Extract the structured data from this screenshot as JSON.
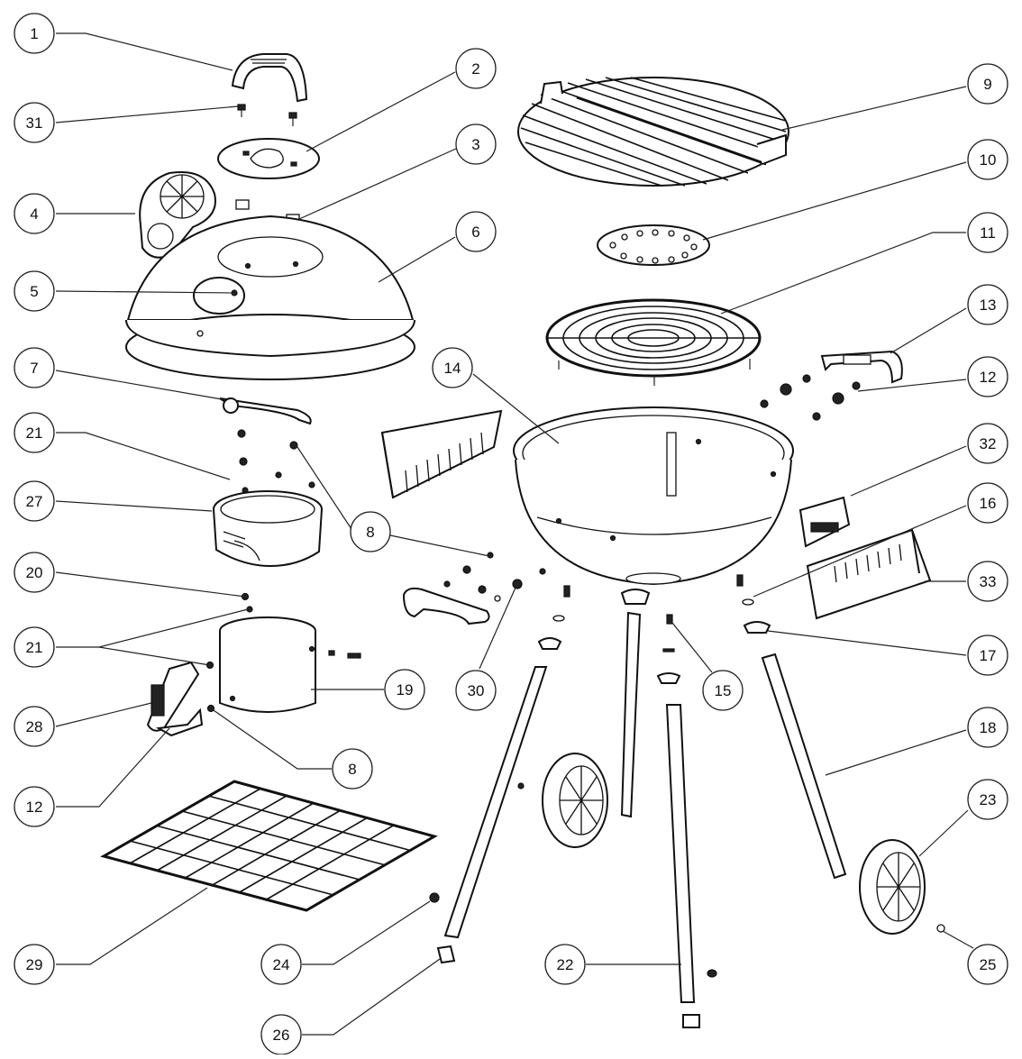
{
  "callouts": [
    {
      "id": "c1",
      "label": "1"
    },
    {
      "id": "c2",
      "label": "2"
    },
    {
      "id": "c3",
      "label": "3"
    },
    {
      "id": "c4",
      "label": "4"
    },
    {
      "id": "c5",
      "label": "5"
    },
    {
      "id": "c6",
      "label": "6"
    },
    {
      "id": "c7",
      "label": "7"
    },
    {
      "id": "c8a",
      "label": "8"
    },
    {
      "id": "c8b",
      "label": "8"
    },
    {
      "id": "c9",
      "label": "9"
    },
    {
      "id": "c10",
      "label": "10"
    },
    {
      "id": "c11",
      "label": "11"
    },
    {
      "id": "c12a",
      "label": "12"
    },
    {
      "id": "c12b",
      "label": "12"
    },
    {
      "id": "c13",
      "label": "13"
    },
    {
      "id": "c14",
      "label": "14"
    },
    {
      "id": "c15",
      "label": "15"
    },
    {
      "id": "c16",
      "label": "16"
    },
    {
      "id": "c17",
      "label": "17"
    },
    {
      "id": "c18",
      "label": "18"
    },
    {
      "id": "c19",
      "label": "19"
    },
    {
      "id": "c20",
      "label": "20"
    },
    {
      "id": "c21a",
      "label": "21"
    },
    {
      "id": "c21b",
      "label": "21"
    },
    {
      "id": "c22",
      "label": "22"
    },
    {
      "id": "c23",
      "label": "23"
    },
    {
      "id": "c24",
      "label": "24"
    },
    {
      "id": "c25",
      "label": "25"
    },
    {
      "id": "c26",
      "label": "26"
    },
    {
      "id": "c27",
      "label": "27"
    },
    {
      "id": "c28",
      "label": "28"
    },
    {
      "id": "c29",
      "label": "29"
    },
    {
      "id": "c30",
      "label": "30"
    },
    {
      "id": "c31",
      "label": "31"
    },
    {
      "id": "c32",
      "label": "32"
    },
    {
      "id": "c33",
      "label": "33"
    }
  ]
}
